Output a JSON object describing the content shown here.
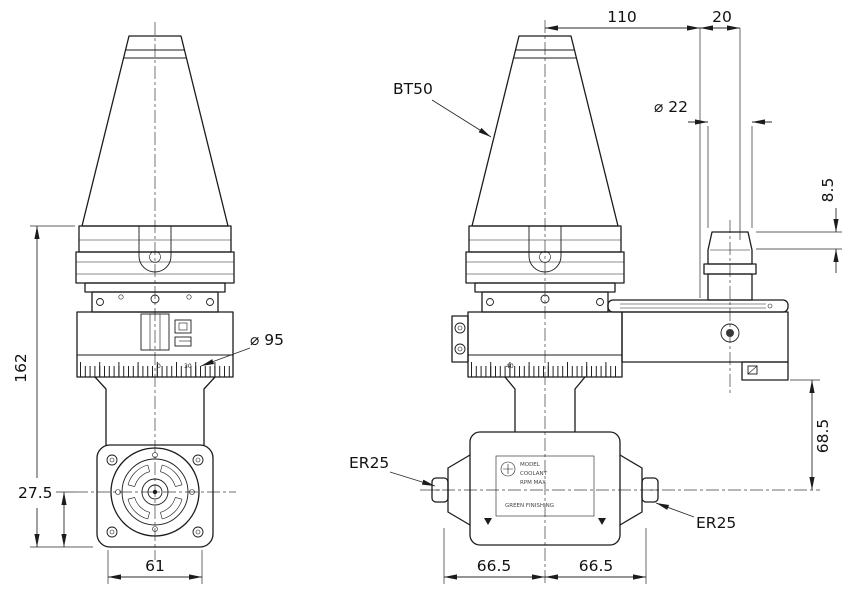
{
  "labels": {
    "taper": "BT50",
    "collet_left": "ER25",
    "collet_right": "ER25"
  },
  "dimensions": {
    "overall_height": "162",
    "spindle_offset": "27.5",
    "head_width": "61",
    "body_diameter": "⌀ 95",
    "arm_reach": "110",
    "arm_end_offset": "20",
    "spindle_diameter": "⌀ 22",
    "spindle_step_height": "8.5",
    "drop_height": "68.5",
    "half_span_left": "66.5",
    "half_span_right": "66.5"
  },
  "scale_marks": {
    "front_zero": "0",
    "front_thirty": "30",
    "side_forty": "40"
  },
  "nameplate": {
    "rows": [
      "MODEL",
      "COOLANT",
      "RPM MAX",
      "GREEN FINISHING"
    ]
  },
  "colors": {
    "line": "#1c1c1c",
    "background": "#ffffff"
  }
}
